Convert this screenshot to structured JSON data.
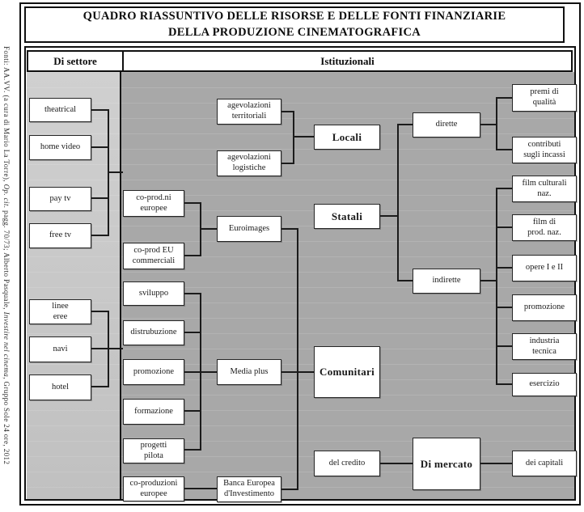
{
  "source_citation": {
    "prefix": "Fonti: AA.VV. (a cura di Mario La Torre), ",
    "op_cit": "Op. cit.",
    "mid": " pagg. 70/73; Alberto Pasquale, ",
    "book_title": "Investire nel cinema",
    "suffix": ", Gruppo Sole 24 ore, 2012"
  },
  "title": {
    "line1": "QUADRO RIASSUNTIVO DELLE RISORSE E DELLE FONTI FINANZIARIE",
    "line2": "DELLA PRODUZIONE CINEMATOGRAFICA"
  },
  "headers": {
    "left": "Di settore",
    "right": "Istituzionali"
  },
  "colors": {
    "left_column_bg": "#c8c8c8",
    "main_bg": "#a8a8a8",
    "node_bg": "#ffffff",
    "border": "#101010",
    "connector": "#1b1b1b"
  },
  "nodes": {
    "theatrical": "theatrical",
    "home_video": "home video",
    "pay_tv": "pay tv",
    "free_tv": "free tv",
    "linee_eree": "linee\neree",
    "navi": "navi",
    "hotel": "hotel",
    "agevolazioni_territoriali": "agevolazioni\nterritoriali",
    "agevolazioni_logistiche": "agevolazioni\nlogistiche",
    "co_prod_ni_europee": "co-prod.ni\neuropee",
    "co_prod_eu_commerciali": "co-prod EU\ncommerciali",
    "euroimages": "Euroimages",
    "sviluppo": "sviluppo",
    "distrubuzione": "distrubuzione",
    "promozione_media": "promozione",
    "formazione": "formazione",
    "progetti_pilota": "progetti\npilota",
    "co_produzioni_europee": "co-produzioni\neuropee",
    "media_plus": "Media plus",
    "banca_europea": "Banca Europea\nd'Investimento",
    "locali": "Locali",
    "statali": "Statali",
    "comunitari": "Comunitari",
    "del_credito": "del credito",
    "di_mercato": "Di mercato",
    "dei_capitali": "dei capitali",
    "dirette": "dirette",
    "indirette": "indirette",
    "premi_di_qualita": "premi di\nqualità",
    "contributi_sugli_incassi": "contributi\nsugli incassi",
    "film_culturali_naz": "film culturali\nnaz.",
    "film_di_prod_naz": "film di\nprod. naz.",
    "opere_i_e_ii": "opere I e II",
    "promozione_indirette": "promozione",
    "industria_tecnica": "industria\ntecnica",
    "esercizio": "esercizio"
  }
}
